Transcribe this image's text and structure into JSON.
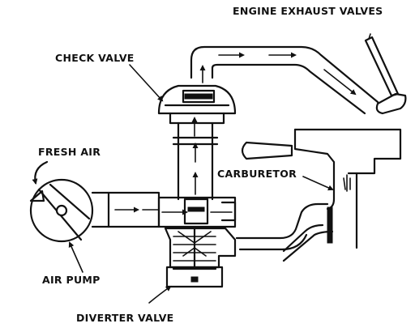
{
  "labels": {
    "engine_exhaust_valves": "ENGINE EXHAUST VALVES",
    "check_valve": "CHECK VALVE",
    "fresh_air": "FRESH AIR",
    "carburetor": "CARBURETOR",
    "air_pump": "AIR PUMP",
    "diverter_valve": "DIVERTER VALVE"
  },
  "colors": {
    "line": "#111111",
    "background": "#ffffff"
  }
}
